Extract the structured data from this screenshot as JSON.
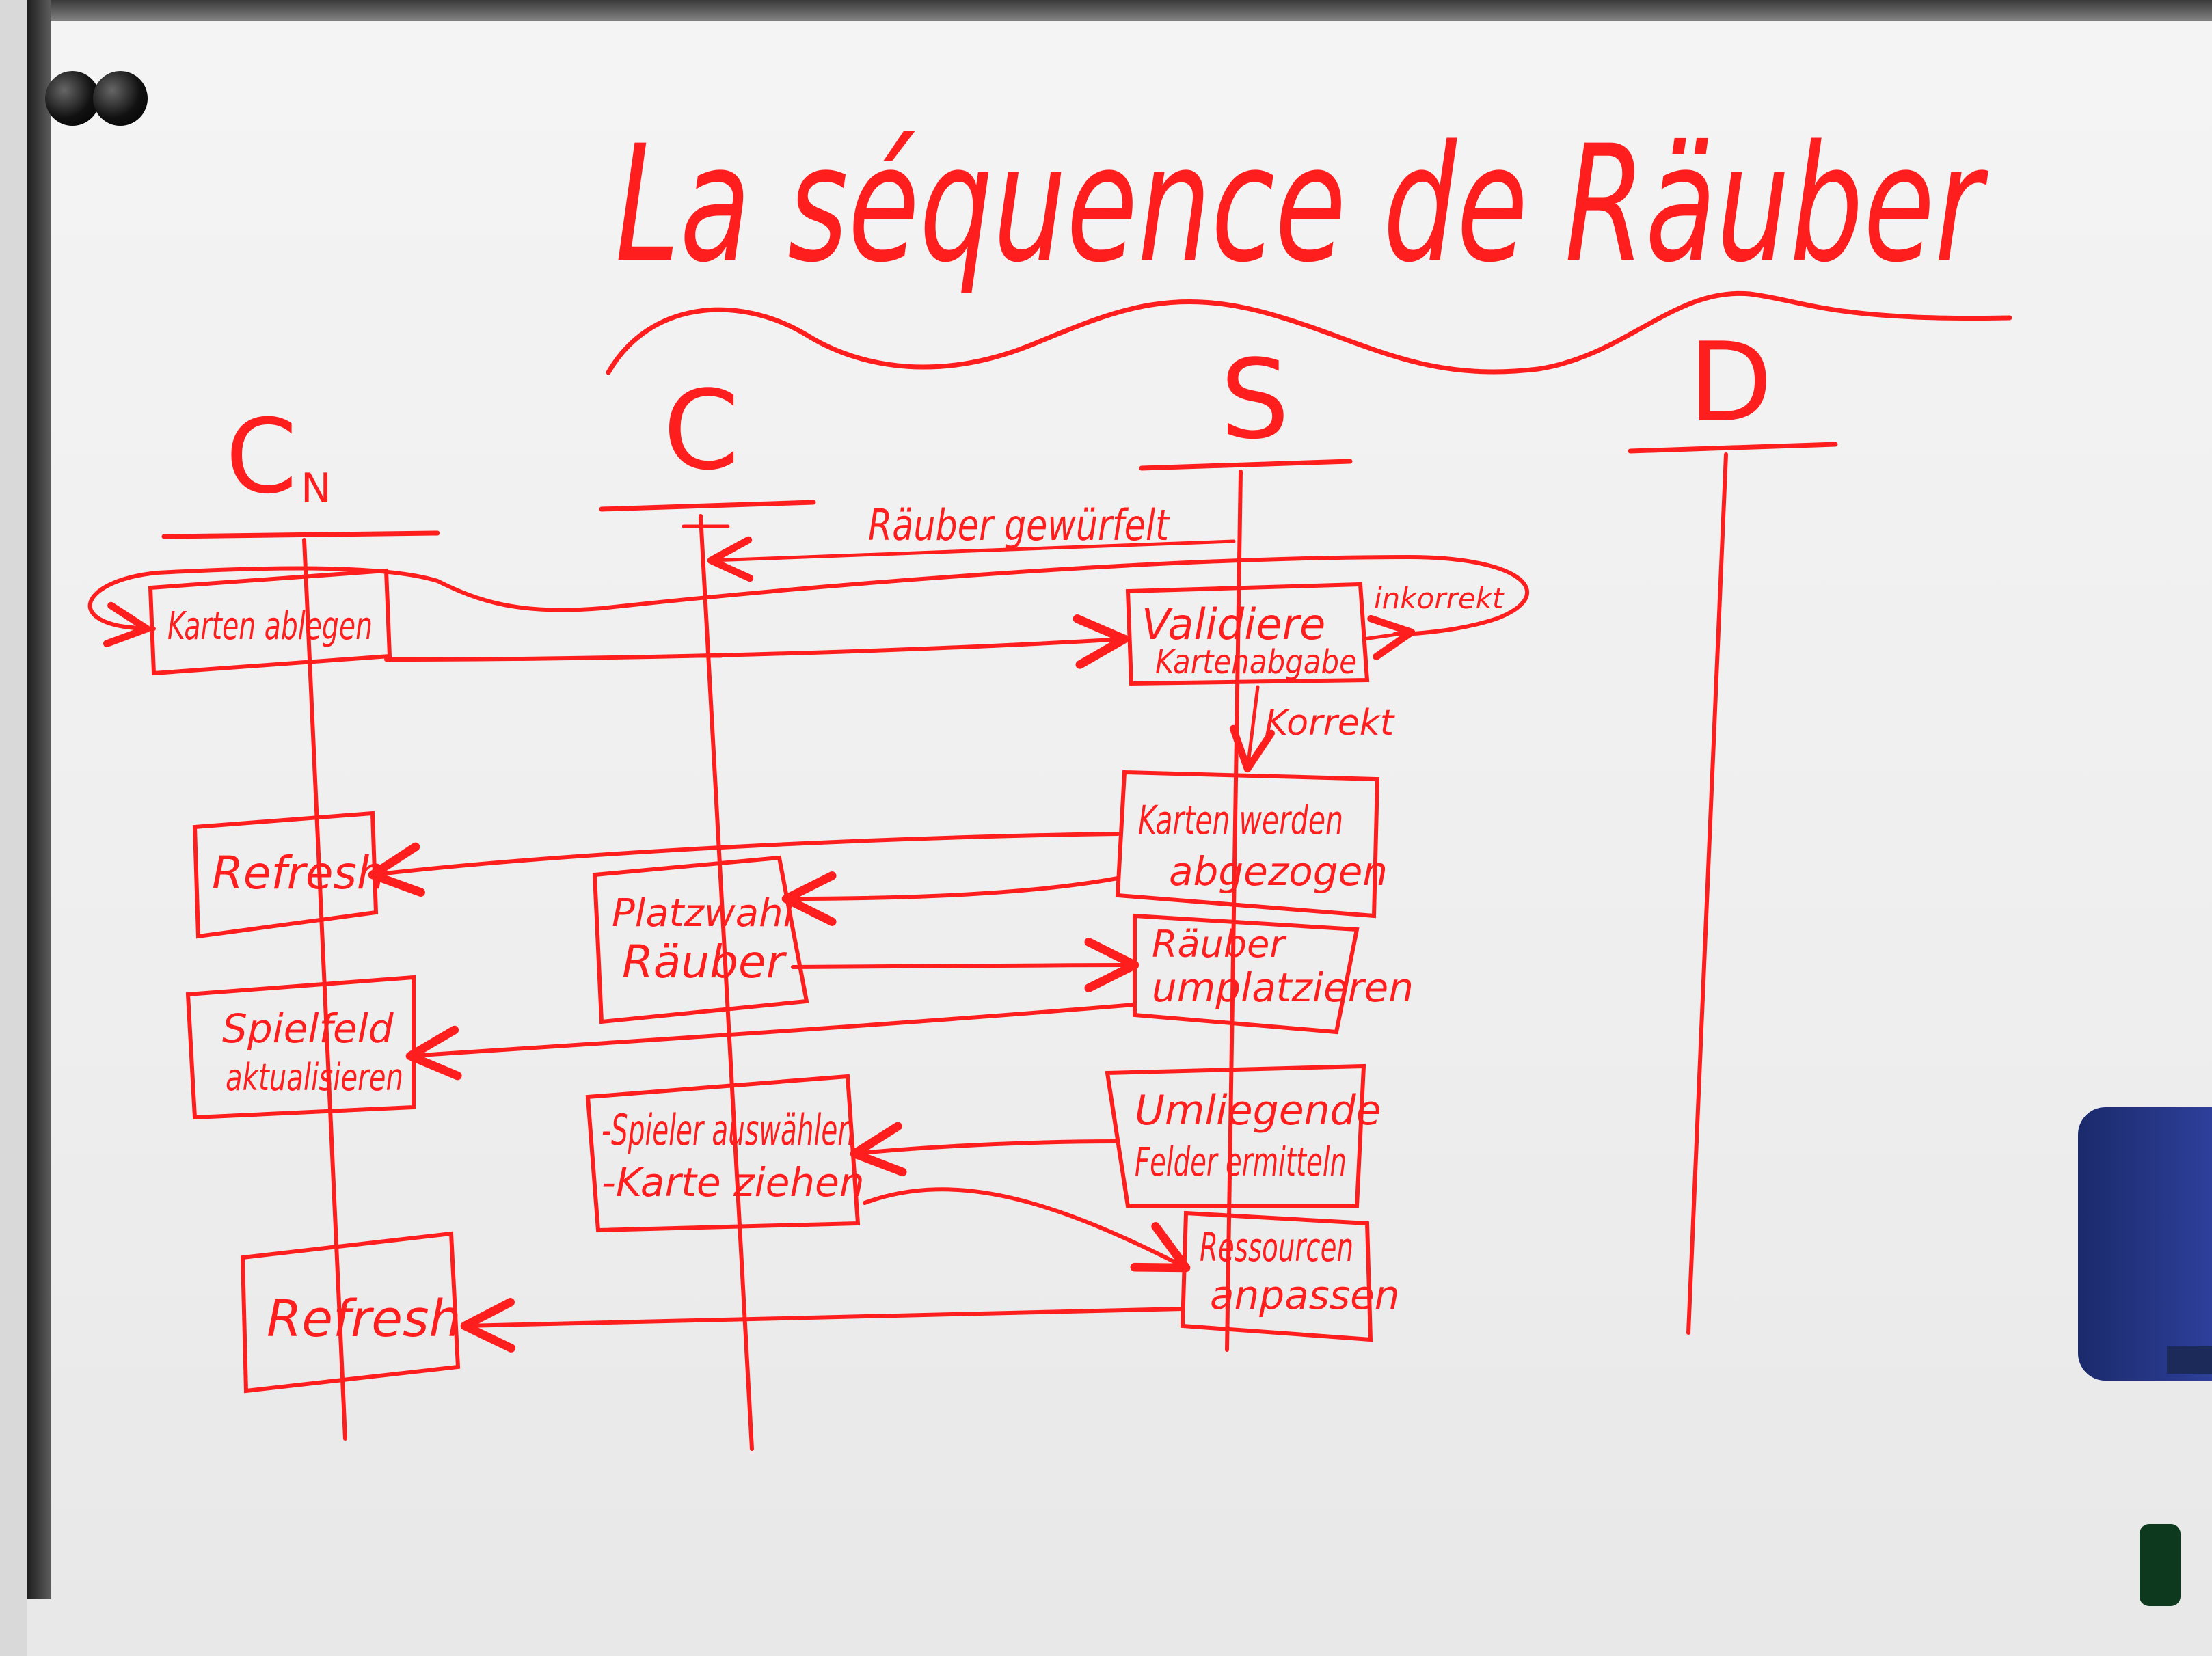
{
  "title": "La séquence de Räuber",
  "lifelines": [
    {
      "id": "cn",
      "label": "C",
      "subscript": "N"
    },
    {
      "id": "c",
      "label": "C"
    },
    {
      "id": "s",
      "label": "S"
    },
    {
      "id": "d",
      "label": "D"
    }
  ],
  "boxes": {
    "karten_ablegen": "Karten ablegen",
    "validiere_line1": "Validiere",
    "validiere_line2": "Kartenabgabe",
    "refresh_1": "Refresh",
    "karten_werden_line1": "Karten werden",
    "karten_werden_line2": "abgezogen",
    "platzwahl_line1": "Platzwahl",
    "platzwahl_line2": "Räuber",
    "raeuber_umplatzieren_line1": "Räuber",
    "raeuber_umplatzieren_line2": "umplatzieren",
    "spielfeld_line1": "Spielfeld",
    "spielfeld_line2": "aktualisieren",
    "umliegende_line1": "Umliegende",
    "umliegende_line2": "Felder ermitteln",
    "spieler_line1": "-Spieler auswählen",
    "spieler_line2": "-Karte ziehen",
    "ressourcen_line1": "Ressourcen",
    "ressourcen_line2": "anpassen",
    "refresh_2": "Refresh"
  },
  "messages": {
    "raeuber_gewuerfelt": "Räuber gewürfelt",
    "inkorrekt": "inkorrekt",
    "korrekt": "Korrekt"
  },
  "colors": {
    "ink": "#ff1e1e",
    "board": "#efefef"
  }
}
